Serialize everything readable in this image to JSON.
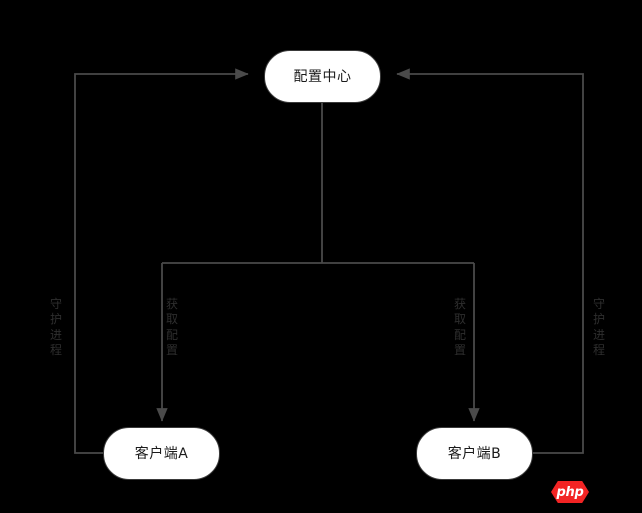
{
  "diagram": {
    "background_color": "#000000",
    "line_color": "#4a4a4a",
    "node_fill_color": "#ffffff",
    "node_text_color": "#1b1b1b",
    "edge_label_color": "#2e2e2e",
    "nodes": [
      {
        "id": "config-center",
        "label": "配置中心"
      },
      {
        "id": "client-a",
        "label": "客户端A"
      },
      {
        "id": "client-b",
        "label": "客户端B"
      }
    ],
    "edge_labels": [
      {
        "id": "daemon-left",
        "text": "守护进程"
      },
      {
        "id": "fetch-config-left",
        "text": "获取配置"
      },
      {
        "id": "fetch-config-right",
        "text": "获取配置"
      },
      {
        "id": "daemon-right",
        "text": "守护进程"
      }
    ]
  },
  "watermark": {
    "label": "php",
    "color": "#f22424"
  }
}
